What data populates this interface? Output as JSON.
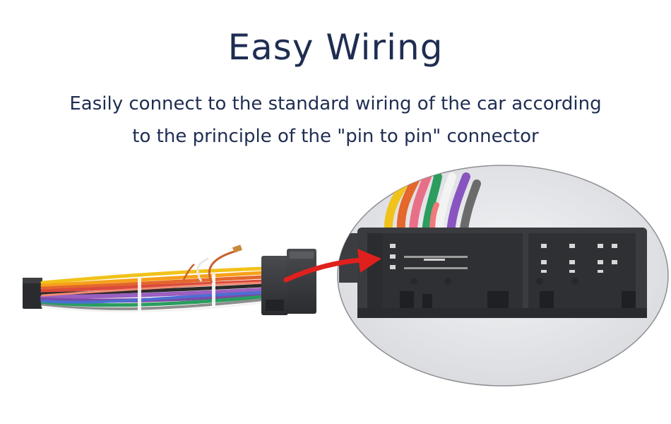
{
  "heading": {
    "title": "Easy Wiring",
    "subtitle_line1": "Easily connect to the standard wiring of the car according",
    "subtitle_line2": "to the principle of the \"pin to pin\" connector"
  },
  "colors": {
    "text": "#1f2d52",
    "arrow": "#e0201c",
    "connector": "#3a3b3e",
    "zoom_background": "#e6e7ea"
  },
  "illustration": {
    "left_item": "wiring-harness-photo",
    "right_item": "connector-closeup-photo",
    "pointer": "red-arrow-icon"
  }
}
